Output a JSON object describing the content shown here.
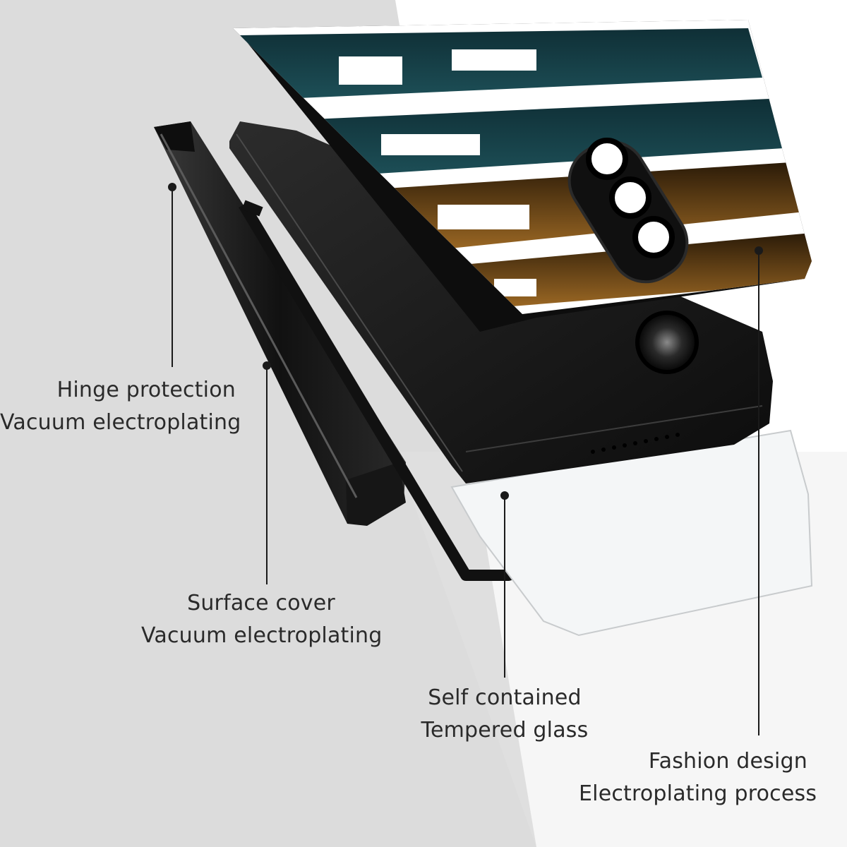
{
  "callouts": {
    "hinge": {
      "title": "Hinge protection",
      "subtitle": "Vacuum electroplating"
    },
    "surface": {
      "title": "Surface cover",
      "subtitle": "Vacuum electroplating"
    },
    "glass": {
      "title": "Self contained",
      "subtitle": "Tempered glass"
    },
    "fashion": {
      "title": "Fashion design",
      "subtitle": "Electroplating process"
    }
  },
  "colors": {
    "background": "#ffffff",
    "shadow": "#d9d9d9",
    "case_black": "#111111",
    "pattern_teal": "#123c44",
    "pattern_brown": "#8a5a1c",
    "leader_line": "#1a1a1a"
  },
  "icons": [
    "hinge-strip",
    "surface-frame",
    "phone-body",
    "back-cover",
    "camera-lens",
    "tempered-glass"
  ]
}
